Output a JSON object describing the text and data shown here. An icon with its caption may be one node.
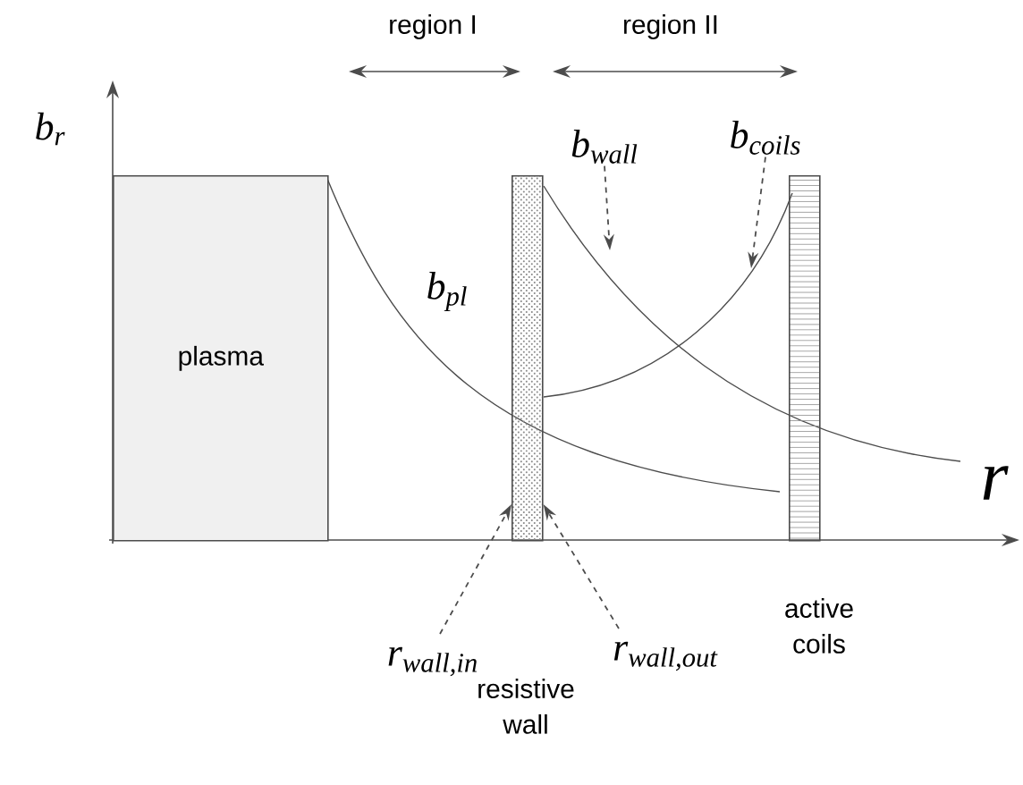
{
  "diagram": {
    "nodes": [
      {
        "text": [
          "plasma"
        ]
      },
      {
        "text": [],
        "shape": "bar"
      },
      {
        "text": [],
        "shape": "bar"
      },
      {
        "text": [
          "b$_{wall}$"
        ]
      },
      {
        "text": [
          "b$_{coils}$"
        ]
      },
      {
        "text": [
          "r$_{wall,in}$"
        ]
      },
      {
        "text": [
          "r$_{wall,out}$"
        ]
      }
    ],
    "edges": [
      {
        "from": 3,
        "to": null,
        "arrow": "to",
        "style": "dashed"
      },
      {
        "from": 4,
        "to": null,
        "arrow": "to",
        "style": "dashed"
      },
      {
        "from": 5,
        "to": 1,
        "arrow": "to",
        "style": "dashed"
      },
      {
        "from": 6,
        "to": 1,
        "arrow": "to",
        "style": "dashed"
      }
    ],
    "labels": [
      "region I",
      "region II",
      "b$_{r}$",
      "b$_{pl}$",
      "r",
      "resistive wall",
      "active coils"
    ]
  }
}
